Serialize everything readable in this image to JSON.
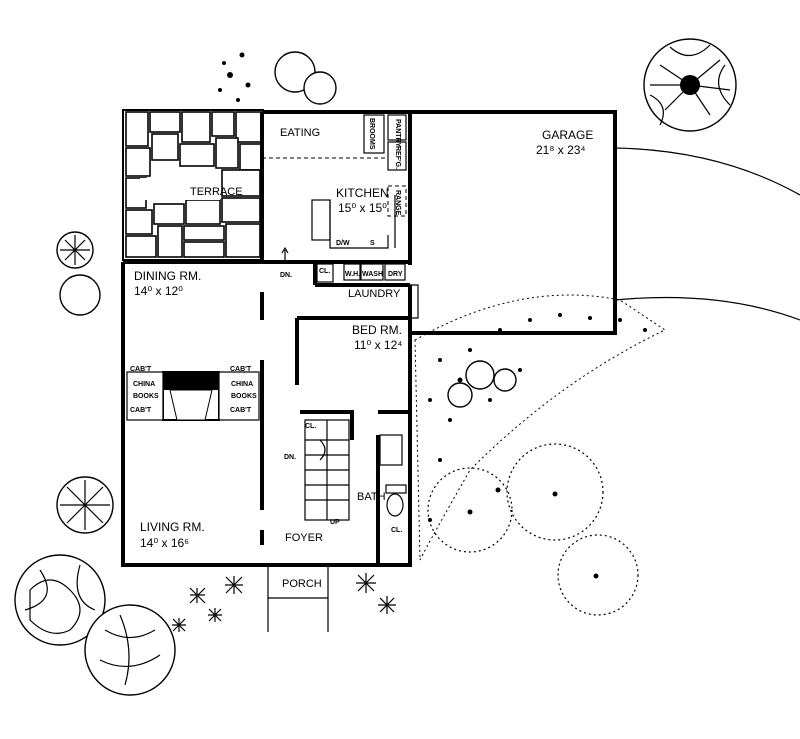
{
  "rooms": {
    "terrace": "TERRACE",
    "eating": "EATING",
    "kitchen": "KITCHEN",
    "kitchen_size": "15⁰ x 15⁰",
    "garage": "GARAGE",
    "garage_size": "21⁸ x 23⁴",
    "dining": "DINING RM.",
    "dining_size": "14⁰ x 12⁰",
    "laundry": "LAUNDRY",
    "bedroom": "BED RM.",
    "bedroom_size": "11⁰ x 12⁴",
    "living": "LIVING RM.",
    "living_size": "14⁰ x 16⁶",
    "foyer": "FOYER",
    "bath": "BATH",
    "porch": "PORCH"
  },
  "fixtures": {
    "pantry": "PANTRY",
    "ref": "REF'G.",
    "range": "RANGE",
    "brooms": "BROOMS",
    "dw": "D/W",
    "s": "S",
    "cl": "CL.",
    "wh": "W.H.",
    "wash": "WASH",
    "dry": "DRY",
    "dn": "DN.",
    "up": "UP",
    "cabt": "CAB'T",
    "china": "CHINA",
    "books": "BOOKS"
  }
}
